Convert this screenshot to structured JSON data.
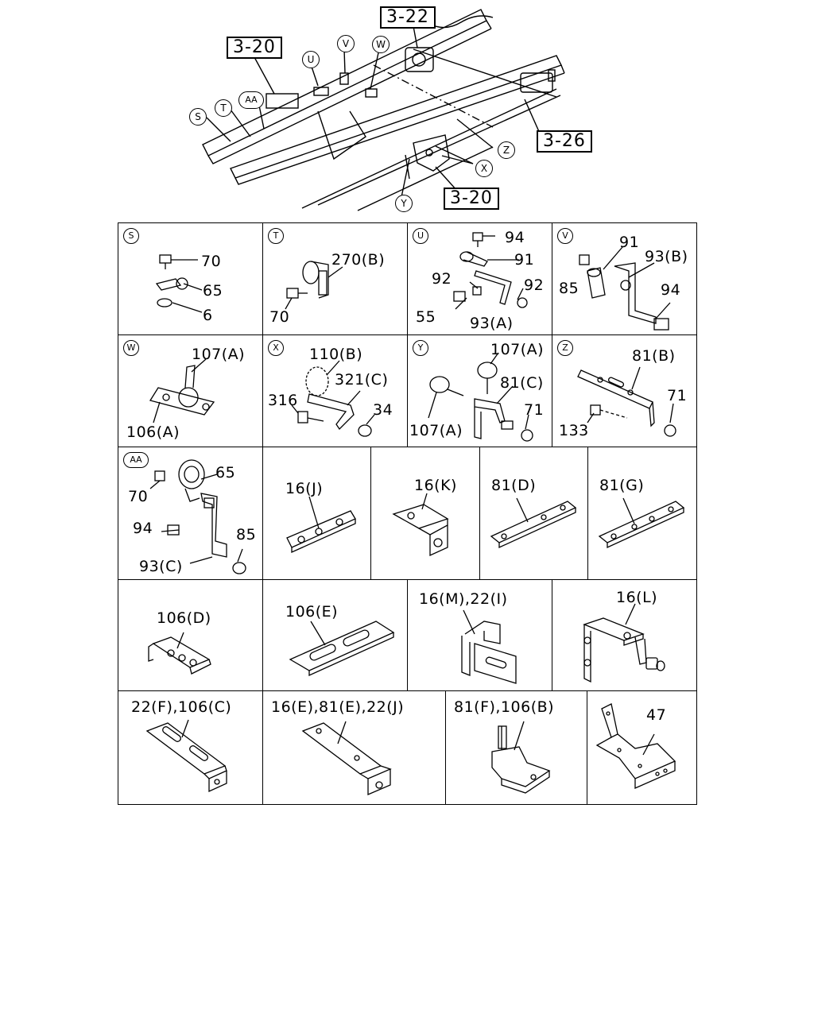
{
  "overview": {
    "refs": [
      "3-22",
      "3-20",
      "3-26",
      "3-20"
    ],
    "markers": [
      "S",
      "T",
      "AA",
      "U",
      "V",
      "W",
      "Z",
      "X",
      "Y"
    ]
  },
  "cells": {
    "S": {
      "tag": "S",
      "labels": [
        "70",
        "65",
        "6"
      ]
    },
    "T": {
      "tag": "T",
      "labels": [
        "270(B)",
        "70"
      ]
    },
    "U": {
      "tag": "U",
      "labels": [
        "94",
        "91",
        "92",
        "92",
        "55",
        "93(A)"
      ]
    },
    "V": {
      "tag": "V",
      "labels": [
        "91",
        "93(B)",
        "85",
        "94"
      ]
    },
    "W": {
      "tag": "W",
      "labels": [
        "107(A)",
        "106(A)"
      ]
    },
    "X": {
      "tag": "X",
      "labels": [
        "110(B)",
        "321(C)",
        "316",
        "34"
      ]
    },
    "Y": {
      "tag": "Y",
      "labels": [
        "107(A)",
        "81(C)",
        "71",
        "107(A)"
      ]
    },
    "Z": {
      "tag": "Z",
      "labels": [
        "81(B)",
        "71",
        "133"
      ]
    },
    "AA": {
      "tag": "AA",
      "labels": [
        "65",
        "70",
        "94",
        "85",
        "93(C)"
      ]
    },
    "p16J": {
      "labels": [
        "16(J)"
      ]
    },
    "p16K": {
      "labels": [
        "16(K)"
      ]
    },
    "p81D": {
      "labels": [
        "81(D)"
      ]
    },
    "p81G": {
      "labels": [
        "81(G)"
      ]
    },
    "p106D": {
      "labels": [
        "106(D)"
      ]
    },
    "p106E": {
      "labels": [
        "106(E)"
      ]
    },
    "p16M": {
      "labels": [
        "16(M),22(I)"
      ]
    },
    "p16L": {
      "labels": [
        "16(L)"
      ]
    },
    "p22F": {
      "labels": [
        "22(F),106(C)"
      ]
    },
    "p16E": {
      "labels": [
        "16(E),81(E),22(J)"
      ]
    },
    "p81F": {
      "labels": [
        "81(F),106(B)"
      ]
    },
    "p47": {
      "labels": [
        "47"
      ]
    }
  }
}
